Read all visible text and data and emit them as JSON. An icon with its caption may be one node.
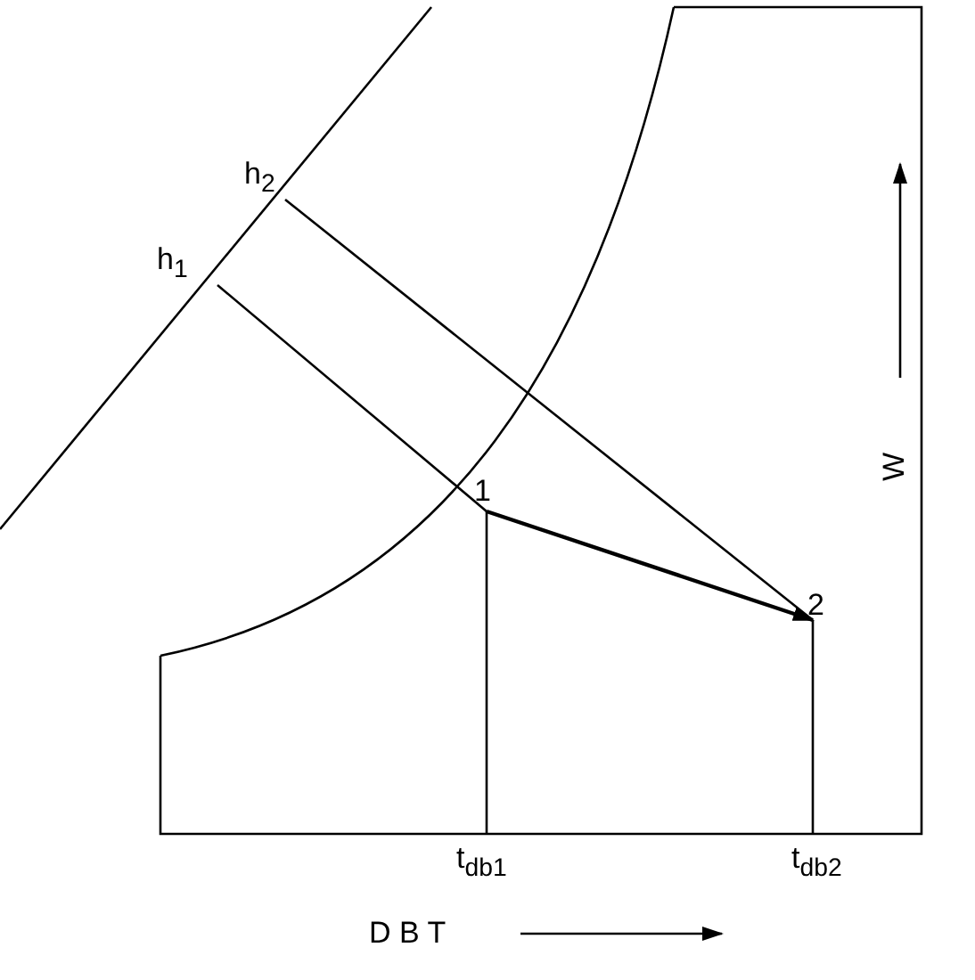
{
  "diagram": {
    "nodes": [
      {
        "text": [
          "1"
        ]
      },
      {
        "text": [
          "2"
        ]
      }
    ],
    "edges": [
      {
        "from": 0,
        "to": 1,
        "arrow": "to"
      }
    ],
    "labels": [
      "h$_{2}$",
      "h$_{1}$",
      "W",
      "t$_{db1}$",
      "t$_{db2}$",
      "D B T"
    ]
  }
}
